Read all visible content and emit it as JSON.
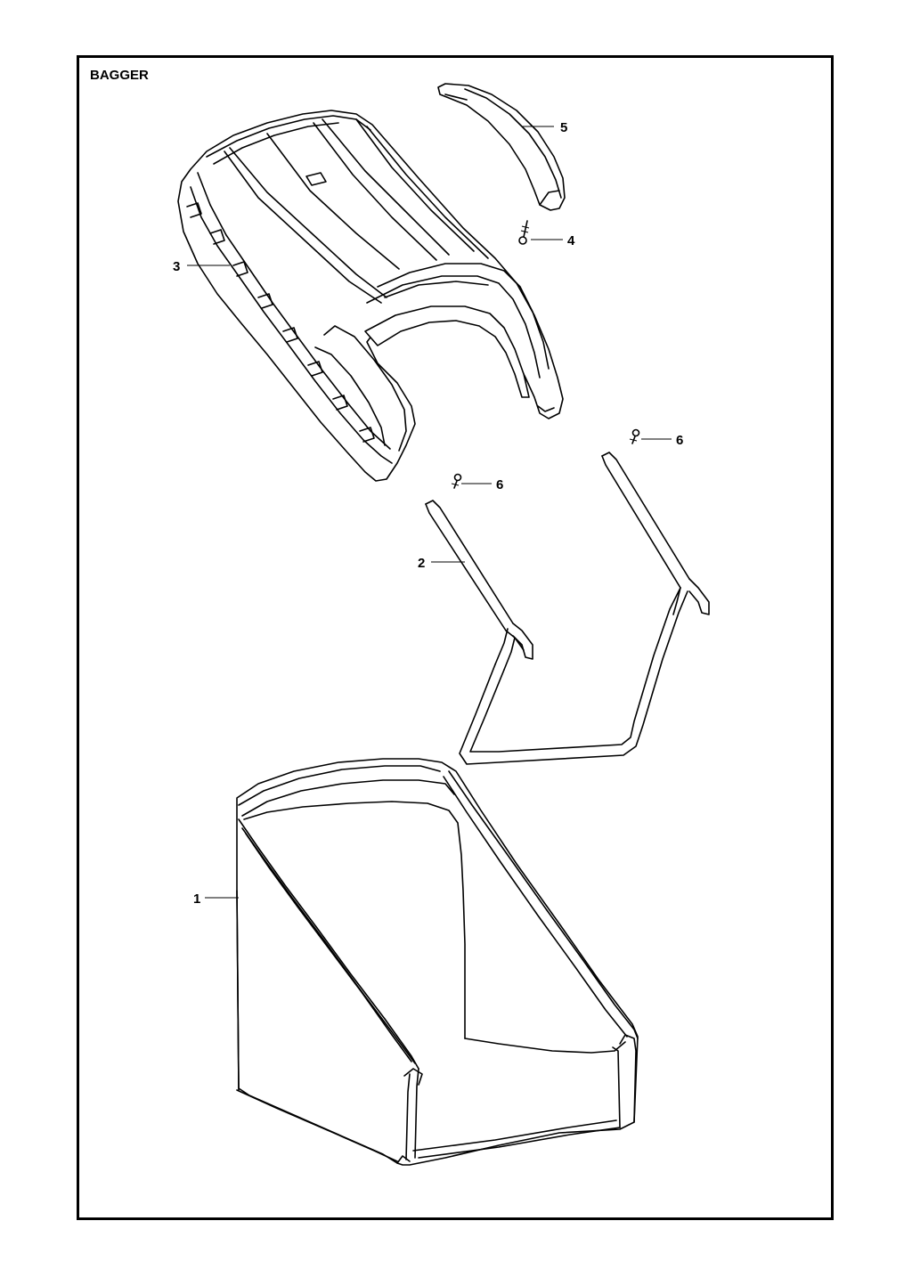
{
  "diagram": {
    "title": "BAGGER",
    "callouts": {
      "p1": "1",
      "p2": "2",
      "p3": "3",
      "p4": "4",
      "p5": "5",
      "p6a": "6",
      "p6b": "6"
    }
  }
}
